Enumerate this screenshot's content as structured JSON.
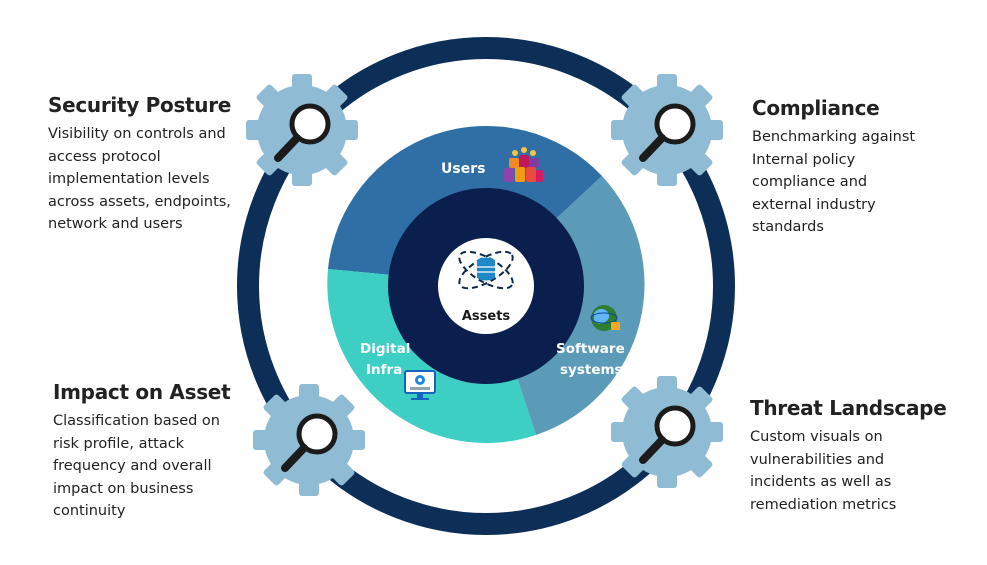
{
  "center": {
    "label": "Assets"
  },
  "segments": {
    "users": "Users",
    "software_line1": "Software",
    "software_line2": "systems",
    "digital_line1": "Digital",
    "digital_line2": "Infra"
  },
  "blocks": {
    "security_posture": {
      "title": "Security Posture",
      "body": "Visibility on controls and\naccess protocol\nimplementation levels\nacross assets, endpoints,\nnetwork and users"
    },
    "compliance": {
      "title": "Compliance",
      "body": "Benchmarking against\nInternal policy\ncompliance and\nexternal industry\nstandards"
    },
    "impact_on_asset": {
      "title": "Impact on Asset",
      "body": "Classification based on\nrisk profile, attack\nfrequency and overall\nimpact on business\ncontinuity"
    },
    "threat_landscape": {
      "title": "Threat Landscape",
      "body": "Custom visuals on\nvulnerabilities and\nincidents as well as\nremediation metrics"
    }
  },
  "colors": {
    "outer_ring": "#0d2f57",
    "gear": "#8fbcd4",
    "users_segment": "#2f6fa6",
    "software_segment": "#5b9bb8",
    "digital_segment": "#3ecfc4",
    "inner_ring": "#0b1f4f",
    "center_circle": "#ffffff"
  },
  "icons": [
    "magnifier-icon",
    "users-group-icon",
    "globe-icon",
    "monitor-gear-icon",
    "database-orbit-icon"
  ]
}
